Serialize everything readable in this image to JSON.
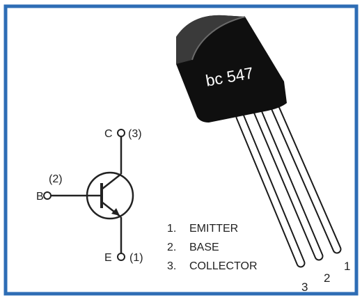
{
  "colors": {
    "border": "#2E6DB5",
    "ink": "#222222",
    "package_body": "#0f0f0f",
    "package_top": "#3a3a3a",
    "leads": "#1a1a1a"
  },
  "package": {
    "marking": "bc 547",
    "pin_numbers": [
      "1",
      "2",
      "3"
    ]
  },
  "symbol": {
    "collector_label": "C",
    "collector_pin": "(3)",
    "base_label": "B",
    "base_pin": "(2)",
    "emitter_label": "E",
    "emitter_pin": "(1)"
  },
  "legend": {
    "items": [
      {
        "number": "1.",
        "name": "EMITTER"
      },
      {
        "number": "2.",
        "name": "BASE"
      },
      {
        "number": "3.",
        "name": "COLLECTOR"
      }
    ]
  }
}
